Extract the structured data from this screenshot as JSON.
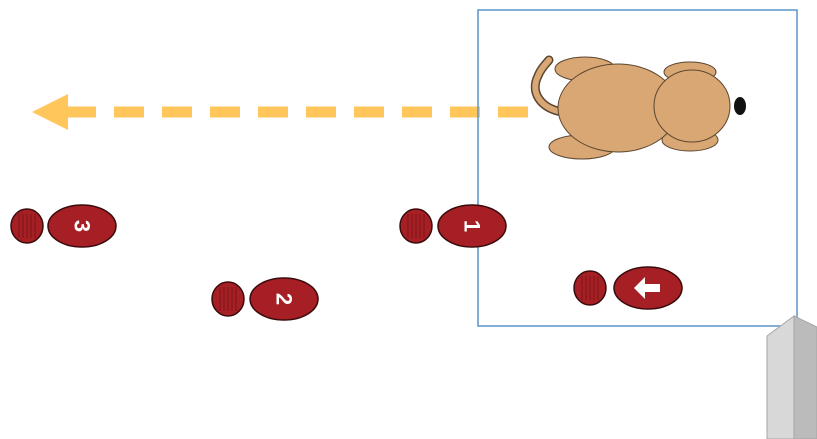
{
  "diagram": {
    "direction_arrow": {
      "direction": "left",
      "color": "#FFC65C"
    },
    "area_box": {
      "border_color": "#5A93C9"
    },
    "dog": {
      "body_color": "#D9A774",
      "outline_color": "#5C4630",
      "nose_color": "#111111",
      "facing": "right"
    },
    "footprints": {
      "color": "#A51F24",
      "outline_color": "#3A0B0C",
      "start": {
        "icon": "arrow-left-icon",
        "glyph": "←"
      },
      "steps": [
        {
          "label": "1"
        },
        {
          "label": "2"
        },
        {
          "label": "3"
        }
      ]
    },
    "post": {
      "colors": [
        "#D8D8D8",
        "#BBBBBB",
        "#CCCCCC"
      ]
    }
  }
}
